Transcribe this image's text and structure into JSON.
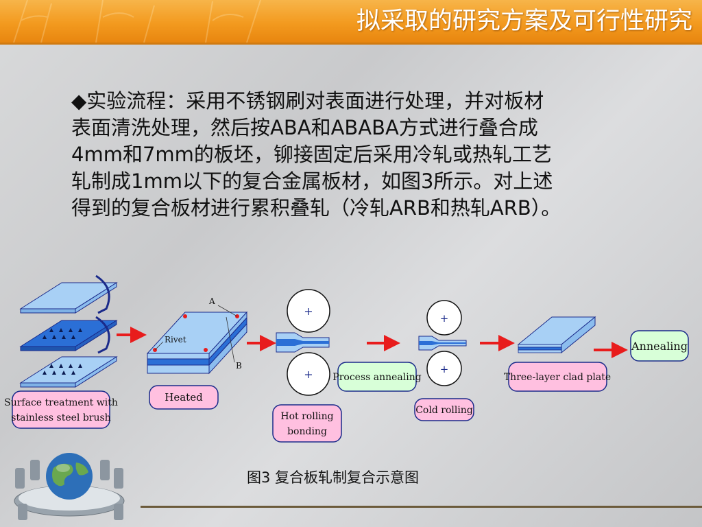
{
  "header": {
    "title": "拟采取的研究方案及可行性研究"
  },
  "body": {
    "lines": [
      "◆实验流程：采用不锈钢刷对表面进行处理，并对板材",
      "表面清洗处理，然后按ABA和ABABA方式进行叠合成",
      "4mm和7mm的板坯，铆接固定后采用冷轧或热轧工艺",
      "轧制成1mm以下的复合金属板材，如图3所示。对上述",
      "得到的复合板材进行累积叠轧（冷轧ARB和热轧ARB）。"
    ]
  },
  "diagram": {
    "steps": {
      "surface": "Surface treatment with stainless steel brush",
      "surface_l1": "Surface treatment with",
      "surface_l2": "stainless steel brush",
      "heated": "Heated",
      "hot_l1": "Hot rolling",
      "hot_l2": "bonding",
      "process_annealing": "Process annealing",
      "cold_rolling": "Cold rolling",
      "clad_plate": "Three-layer clad plate",
      "annealing": "Annealing"
    },
    "labels": {
      "a": "A",
      "b": "B",
      "rivet": "Rivet",
      "plus": "+"
    }
  },
  "caption": "图3 复合板轧制复合示意图",
  "colors": {
    "header": "#f39a1f",
    "plate_light": "#a8d0f5",
    "plate_dark": "#2b6fd6",
    "pink_box": "#ffc0e0",
    "green_box": "#d8ffd8",
    "arrow": "#e81c1c",
    "outline": "#1a2a8a"
  }
}
